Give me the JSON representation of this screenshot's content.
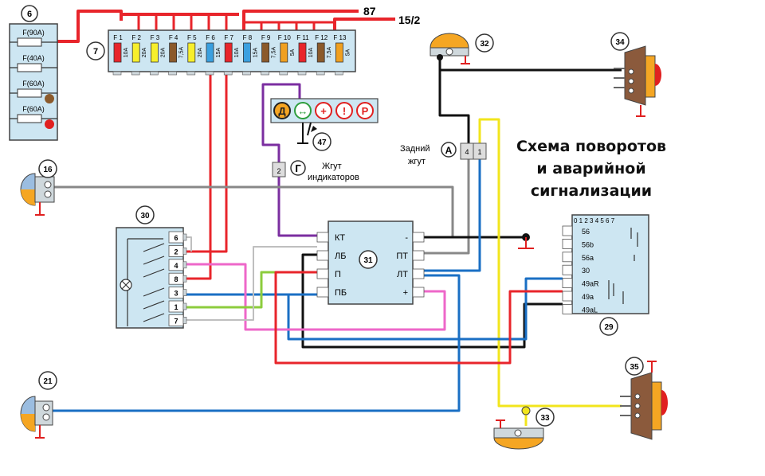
{
  "title": {
    "line1": "Схема поворотов",
    "line2": "и аварийной",
    "line3": "сигнализации"
  },
  "terminals": {
    "t87": "87",
    "t15": "15/2"
  },
  "fuse_box_main": {
    "id": "7",
    "fuses": [
      {
        "name": "F 1",
        "rating": "10A",
        "color": "#e8252b"
      },
      {
        "name": "F 2",
        "rating": "20A",
        "color": "#f7ef2c"
      },
      {
        "name": "F 3",
        "rating": "20A",
        "color": "#f7ef2c"
      },
      {
        "name": "F 4",
        "rating": "7,5A",
        "color": "#8b5a2b"
      },
      {
        "name": "F 5",
        "rating": "20A",
        "color": "#f7ef2c"
      },
      {
        "name": "F 6",
        "rating": "15A",
        "color": "#3aa0e0"
      },
      {
        "name": "F 7",
        "rating": "10A",
        "color": "#e8252b"
      },
      {
        "name": "F 8",
        "rating": "15A",
        "color": "#3aa0e0"
      },
      {
        "name": "F 9",
        "rating": "7,5A",
        "color": "#8b5a2b"
      },
      {
        "name": "F 10",
        "rating": "5A",
        "color": "#f0a020"
      },
      {
        "name": "F 11",
        "rating": "10A",
        "color": "#e8252b"
      },
      {
        "name": "F 12",
        "rating": "7,5A",
        "color": "#8b5a2b"
      },
      {
        "name": "F 13",
        "rating": "5A",
        "color": "#f0a020"
      }
    ]
  },
  "fuse_box_high": {
    "id": "6",
    "fuses": [
      "F(90A)",
      "F(40A)",
      "F(60A)",
      "F(60A)"
    ]
  },
  "indicators": {
    "id": "47",
    "lamps": [
      {
        "glyph": "Д",
        "fill": "#f5a623",
        "stroke": "#222",
        "text": "#222"
      },
      {
        "glyph": "↔",
        "fill": "#ffffff",
        "stroke": "#2e9e3e",
        "text": "#2e9e3e"
      },
      {
        "glyph": "+",
        "fill": "#ffffff",
        "stroke": "#e02020",
        "text": "#e02020"
      },
      {
        "glyph": "!",
        "fill": "#ffffff",
        "stroke": "#e02020",
        "text": "#e02020"
      },
      {
        "glyph": "P",
        "fill": "#ffffff",
        "stroke": "#e02020",
        "text": "#e02020"
      }
    ]
  },
  "harness_g": {
    "pin": "2",
    "letter": "Г",
    "label_line1": "Жгут",
    "label_line2": "индикаторов"
  },
  "harness_a": {
    "pins": [
      "4",
      "1"
    ],
    "letter": "A",
    "label_line1": "Задний",
    "label_line2": "жгут"
  },
  "switch_30": {
    "id": "30",
    "pins": [
      "6",
      "2",
      "4",
      "8",
      "3",
      "1",
      "7"
    ]
  },
  "relay_31": {
    "id": "31",
    "left_pins": [
      "КТ",
      "ЛБ",
      "П",
      "ПБ"
    ],
    "right_pins": [
      "-",
      "ПТ",
      "ЛТ",
      "+"
    ]
  },
  "switch_29": {
    "id": "29",
    "scale": "0 1 2 3 4 5 6 7",
    "pins": [
      "56",
      "56b",
      "56a",
      "30",
      "49aR",
      "49a",
      "49aL"
    ]
  },
  "lamp_labels": {
    "l16": "16",
    "l21": "21",
    "l32": "32",
    "l33": "33",
    "l34": "34",
    "l35": "35"
  }
}
